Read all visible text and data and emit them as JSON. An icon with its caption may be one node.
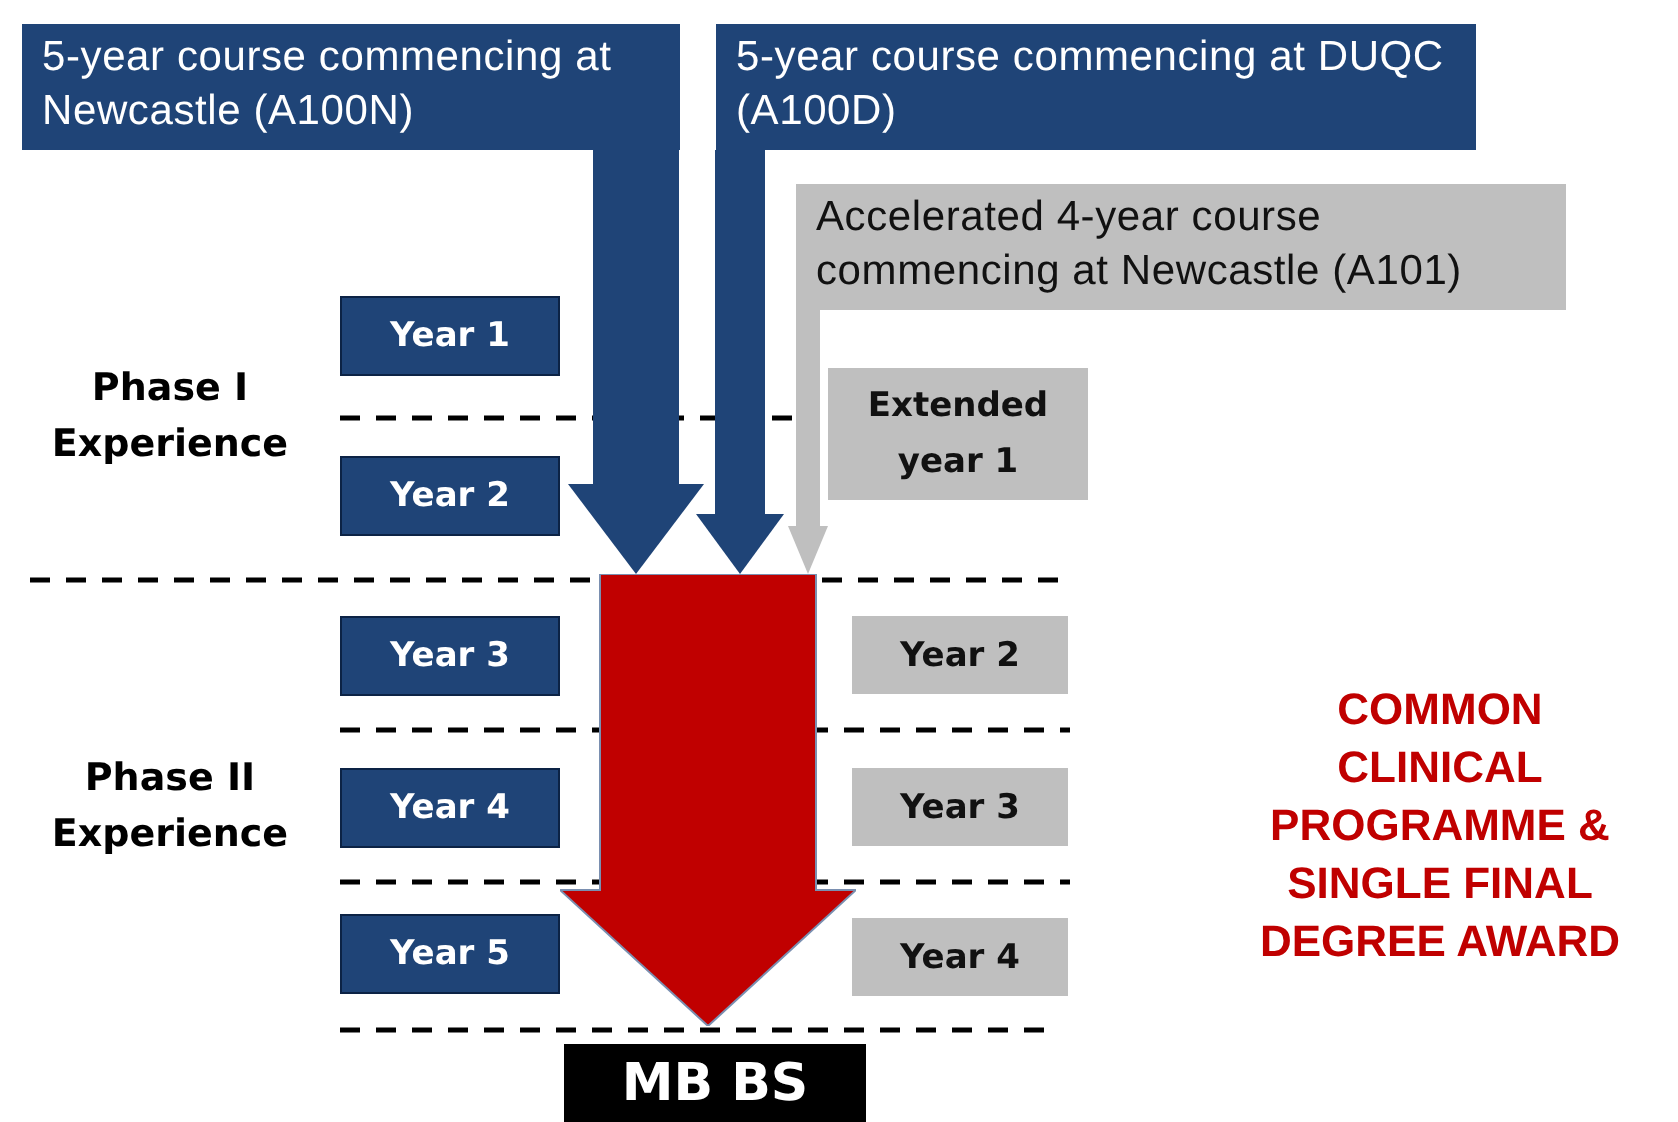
{
  "diagram": {
    "nodes": [
      {
        "text": [
          "5-year course commencing at Newcastle (A100N)"
        ]
      },
      {
        "text": [
          "5-year course commencing at DUQC (A100D)"
        ]
      },
      {
        "text": [
          "Accelerated 4-year course commencing at Newcastle (A101)"
        ]
      },
      {
        "text": [
          "Year 1"
        ]
      },
      {
        "text": [
          "Year 2"
        ]
      },
      {
        "text": [
          "Extended year 1"
        ]
      },
      {
        "text": [
          "Year 3"
        ]
      },
      {
        "text": [
          "Year 2"
        ]
      },
      {
        "text": [
          "Year 4"
        ]
      },
      {
        "text": [
          "Year 3"
        ]
      },
      {
        "text": [
          "Year 5"
        ]
      },
      {
        "text": [
          "Year 4"
        ]
      },
      {
        "text": [],
        "shape": "arrow"
      },
      {
        "text": [
          "MB BS"
        ]
      }
    ],
    "edges": [
      {
        "from": 0,
        "to": 12,
        "arrow": "to"
      },
      {
        "from": 1,
        "to": 12,
        "arrow": "to"
      },
      {
        "from": 2,
        "to": 12,
        "arrow": "to",
        "color": "#bfbfbf"
      }
    ],
    "labels": [
      "Phase I Experience",
      "Phase II Experience",
      "COMMON CLINICAL PROGRAMME & SINGLE FINAL DEGREE AWARD"
    ]
  }
}
